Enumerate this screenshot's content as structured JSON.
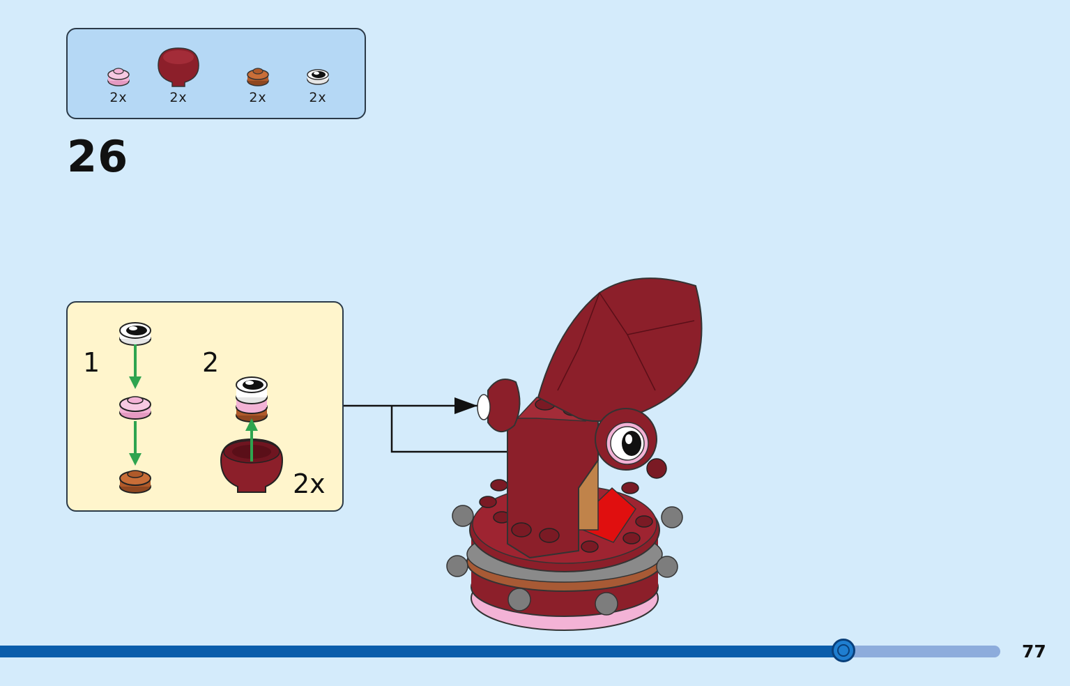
{
  "parts_list": [
    {
      "icon": "pink-round-plate-icon",
      "qty": "2x",
      "color": "#f3b3d6"
    },
    {
      "icon": "dark-red-dome-icon",
      "qty": "2x",
      "color": "#8c1f2a"
    },
    {
      "icon": "brown-round-plate-icon",
      "qty": "2x",
      "color": "#b05a2a"
    },
    {
      "icon": "white-eye-tile-icon",
      "qty": "2x",
      "color": "#ffffff"
    }
  ],
  "step": {
    "number": "26"
  },
  "sub_assembly": {
    "steps": [
      "1",
      "2"
    ],
    "multiplier": "2x"
  },
  "colors": {
    "background": "#d4ebfb",
    "parts_box": "#b5d8f5",
    "sub_box": "#fff5cc",
    "arrow_green": "#2ea44f",
    "model_dark_red": "#8c1f2a"
  },
  "progress": {
    "fraction": 0.843
  },
  "page": {
    "number": "77"
  }
}
